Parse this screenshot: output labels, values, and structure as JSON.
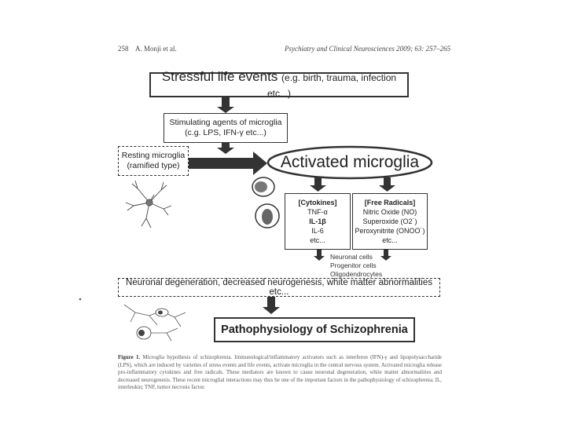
{
  "header": {
    "page_number": "258",
    "author": "A. Monji et al.",
    "journal": "Psychiatry and Clinical Neurosciences 2009; 63: 257–265"
  },
  "diagram": {
    "stress_box": {
      "title": "Stressful life events",
      "detail": "(e.g. birth, trauma, infection etc...)"
    },
    "agents_box": {
      "line1": "Stimulating agents of microglia",
      "line2": "(c.g. LPS, IFN-γ etc...)"
    },
    "resting_box": {
      "line1": "Resting microglia",
      "line2": "(ramified type)"
    },
    "activated_label": "Activated microglia",
    "cytokines_box": {
      "title": "[Cytokines]",
      "items": [
        "TNF-α",
        "IL-1β",
        "IL-6",
        "etc..."
      ]
    },
    "radicals_box": {
      "title": "[Free Radicals]",
      "items": [
        "Nitric Oxide (NO)",
        "Superoxide (O2˙)",
        "Peroxynitrite (ONOO˙)",
        "etc..."
      ]
    },
    "targets": [
      "Neuronal cells",
      "Progenitor cells",
      "Oligodendrocytes"
    ],
    "degeneration_box": "Neuronal degeneration, decreased neurogenesis, white matter abnormalities etc...",
    "patho_box": "Pathophysiology of Schizophrenia"
  },
  "caption": {
    "label": "Figure 1.",
    "text": "Microglia hypothesis of schizophrenia. Immunological/inflammatory activators such as interferon (IFN)-γ and lipopolysaccharide (LPS), which are induced by varieties of stress events and life events, activate microglia in the central nervous system. Activated microglia release pro-inflammatory cytokines and free radicals. These mediators are known to cause neuronal degeneration, white matter abnormalities and decreased neurogenesis. These recent microglial interactions may thus be one of the important factors in the pathophysiology of schizophrenia. IL, interleukin; TNF, tumor necrosis factor."
  }
}
